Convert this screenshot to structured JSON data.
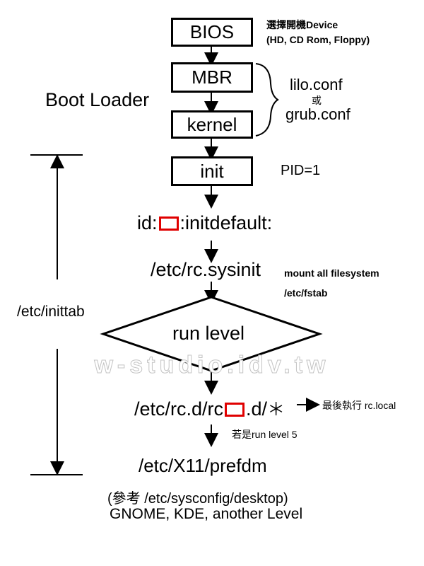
{
  "boxes": {
    "bios": "BIOS",
    "mbr": "MBR",
    "kernel": "kernel",
    "init": "init",
    "run_level": "run level"
  },
  "notes": {
    "bios_line1": "選擇開機Device",
    "bios_line2": "(HD, CD Rom, Floppy)",
    "lilo": "lilo.conf",
    "or": "或",
    "grub": "grub.conf",
    "boot_loader": "Boot Loader",
    "pid": "PID=1",
    "mount": "mount all filesystem",
    "fstab": "/etc/fstab",
    "inittab": "/etc/inittab",
    "last_exec": "最後執行 rc.local",
    "if_level5": "若是run level 5"
  },
  "flow": {
    "id_prefix": "id:",
    "id_suffix": ":initdefault:",
    "sysinit": "/etc/rc.sysinit",
    "rcd_prefix": "/etc/rc.d/rc",
    "rcd_suffix": ".d/",
    "asterisk": "＊",
    "prefdm": "/etc/X11/prefdm",
    "ref_line": "(參考 /etc/sysconfig/desktop)",
    "desktops": "GNOME, KDE, another Level"
  },
  "watermark": "w-studio.idv.tw",
  "colors": {
    "placeholder_red": "#e00000",
    "watermark_outline": "#c4c4c4"
  }
}
